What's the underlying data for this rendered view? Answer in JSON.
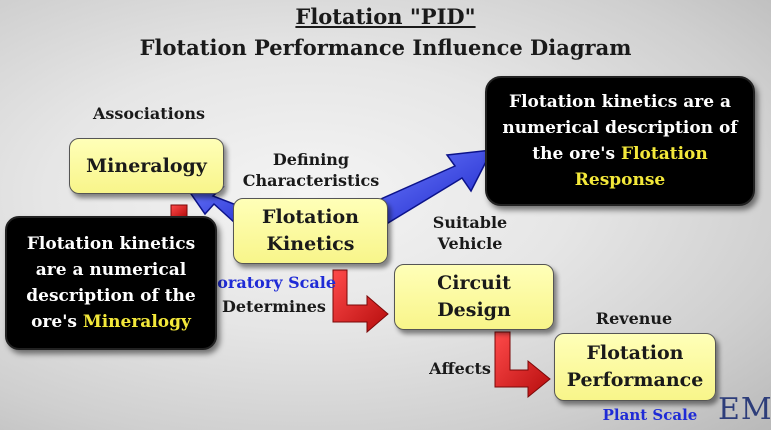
{
  "title": "Flotation \"PID\"",
  "subtitle": "Flotation Performance Influence Diagram",
  "nodes": {
    "mineralogy": "Mineralogy",
    "kinetics": [
      "Flotation",
      "Kinetics"
    ],
    "circuit": [
      "Circuit",
      "Design"
    ],
    "performance": [
      "Flotation",
      "Performance"
    ]
  },
  "labels": {
    "associations": "Associations",
    "defining": [
      "Defining",
      "Characteristics"
    ],
    "suitable": [
      "Suitable",
      "Vehicle"
    ],
    "lab_scale": "Laboratory Scale",
    "determines": "Determines",
    "revenue": "Revenue",
    "affects": "Affects",
    "plant_scale": "Plant Scale"
  },
  "callouts": {
    "right": {
      "text": [
        "Flotation kinetics are a",
        "numerical description of",
        "the ore's "
      ],
      "highlight": [
        "Flotation",
        "Response"
      ]
    },
    "left": {
      "text": [
        "Flotation kinetics",
        "are a numerical",
        "description of the",
        "ore's "
      ],
      "highlight": "Mineralogy"
    }
  },
  "logo": "EM",
  "colors": {
    "box": "#f8f58a",
    "blue_arrow": "#1f2bd6",
    "red_arrow": "#d21414",
    "highlight": "#f3e83a"
  }
}
